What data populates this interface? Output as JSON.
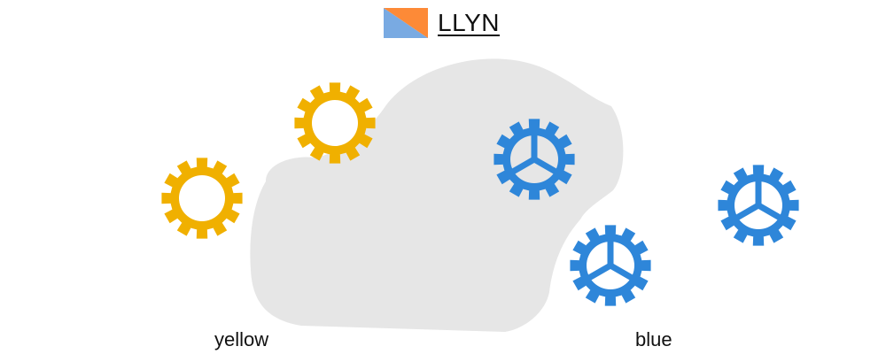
{
  "header": {
    "title": "LLYN",
    "logo_colors": {
      "orange": "#fd8a37",
      "blue": "#79aae2"
    }
  },
  "colors": {
    "blob": "#e6e6e6",
    "yellow": "#f0b000",
    "blue": "#2e86d9"
  },
  "groups": {
    "yellow": {
      "label": "yellow",
      "gear_count": 2,
      "icon": "ring-gear-icon"
    },
    "blue": {
      "label": "blue",
      "gear_count": 3,
      "icon": "spoked-gear-icon"
    }
  }
}
